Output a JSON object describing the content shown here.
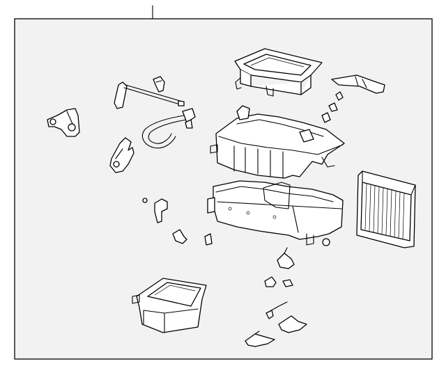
{
  "colors": {
    "background": "#ffffff",
    "frame_fill": "#f2f2f2",
    "line": "#000000"
  },
  "parts": [
    "leader-line",
    "frame",
    "filter-cover",
    "actuator-rod",
    "clip",
    "bracket-left",
    "actuator-arm",
    "vacuum-hose",
    "duct-right",
    "screw",
    "upper-case",
    "lower-case",
    "heater-core",
    "linkage-small-1",
    "linkage-small-2",
    "clip-small",
    "grommet",
    "lower-duct",
    "lever-small-1",
    "lever-small-2",
    "lever-small-3",
    "lever-small-4"
  ]
}
